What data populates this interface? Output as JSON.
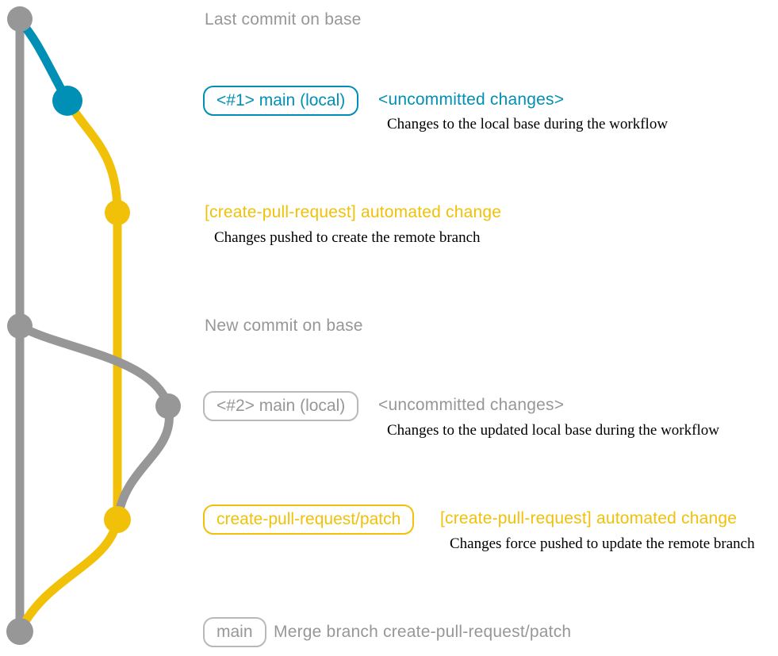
{
  "colors": {
    "gray": "#979797",
    "blue": "#008fb5",
    "yellow": "#f1c109",
    "chipgray": "#b9b9b9",
    "ink": "#000000",
    "background": "#ffffff"
  },
  "graph": {
    "branches": [
      {
        "name": "base",
        "color": "#979797"
      },
      {
        "name": "main (local)",
        "color": "#008fb5"
      },
      {
        "name": "create-pull-request/patch",
        "color": "#f1c109"
      }
    ],
    "commit_nodes": [
      {
        "name": "last-commit-on-base",
        "branch": "base"
      },
      {
        "name": "uncommitted-changes-1",
        "branch": "main (local)"
      },
      {
        "name": "automated-change-push",
        "branch": "create-pull-request/patch"
      },
      {
        "name": "new-commit-on-base",
        "branch": "base"
      },
      {
        "name": "uncommitted-changes-2",
        "branch": "main (local)"
      },
      {
        "name": "automated-change-force-push",
        "branch": "create-pull-request/patch"
      },
      {
        "name": "merge-commit",
        "branch": "base"
      }
    ]
  },
  "annotations": {
    "row1": {
      "label": "Last commit on base"
    },
    "row2": {
      "chip": "<#1> main (local)",
      "status": "<uncommitted changes>",
      "description": "Changes to the local base during the workflow"
    },
    "row3": {
      "message": "[create-pull-request] automated change",
      "description": "Changes pushed to create the remote branch"
    },
    "row4": {
      "label": "New commit on base"
    },
    "row5": {
      "chip": "<#2> main (local)",
      "status": "<uncommitted changes>",
      "description": "Changes to the updated local base during the workflow"
    },
    "row6": {
      "chip": "create-pull-request/patch",
      "message": "[create-pull-request] automated change",
      "description": "Changes force pushed to update the remote branch"
    },
    "row7": {
      "chip": "main",
      "message": "Merge branch create-pull-request/patch"
    }
  }
}
